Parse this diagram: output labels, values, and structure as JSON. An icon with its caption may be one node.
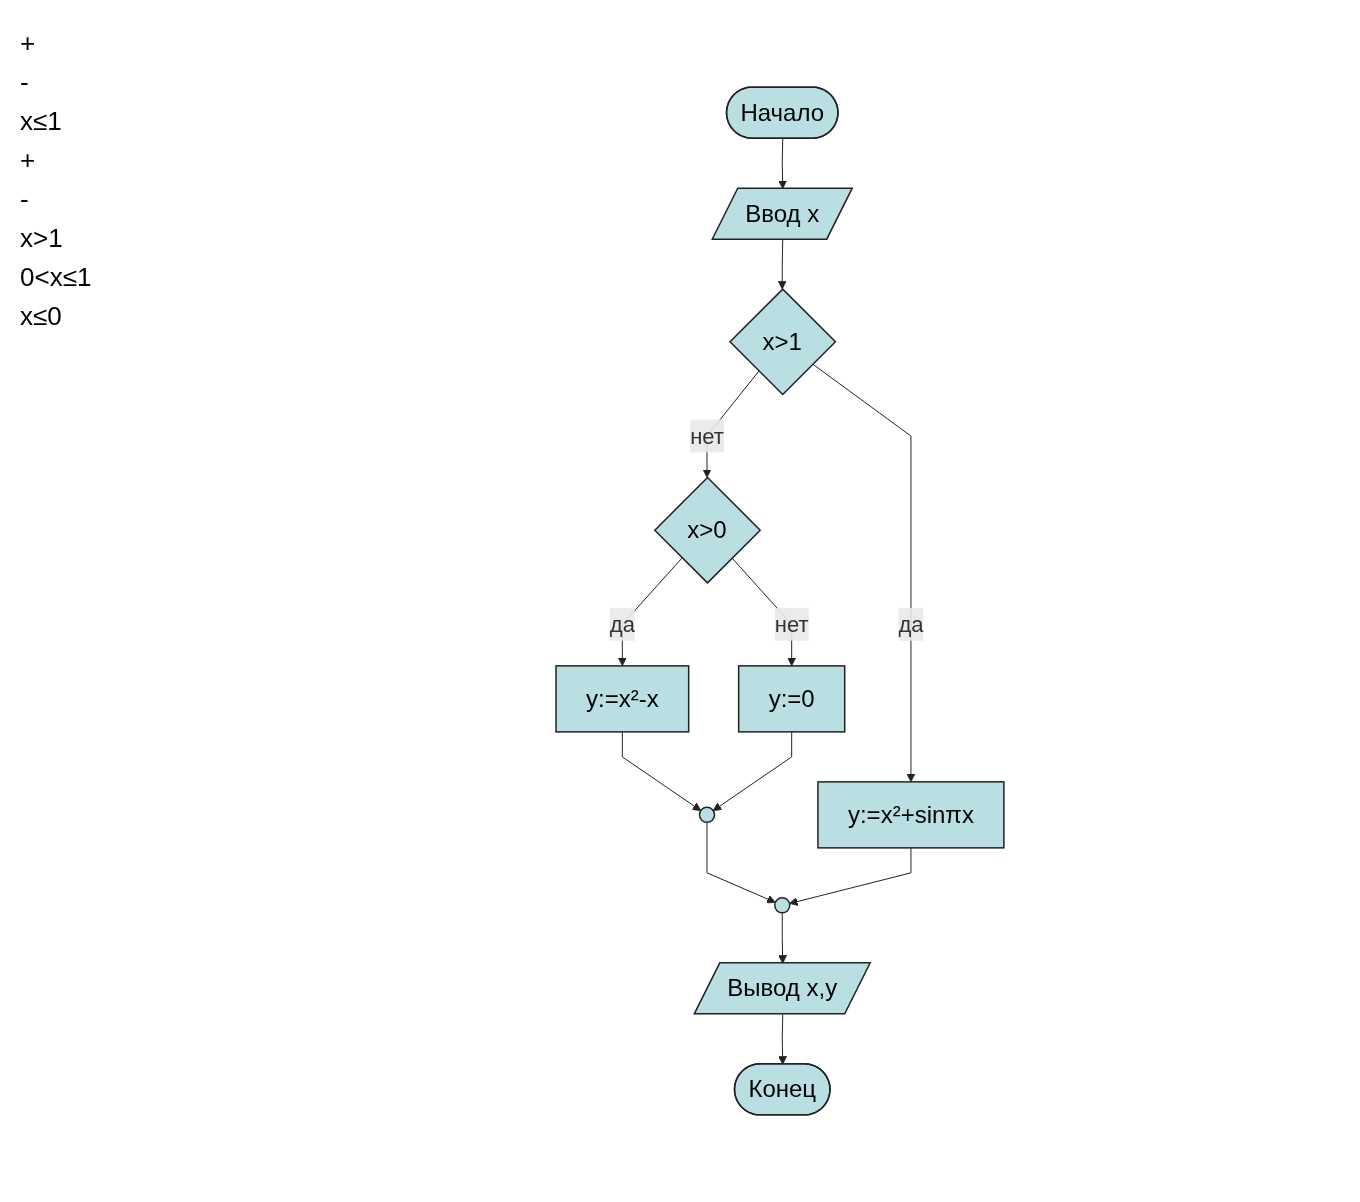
{
  "diagram": {
    "nodes": [
      {
        "text": [
          "Начало"
        ]
      },
      {
        "text": [
          "Ввод x"
        ]
      },
      {
        "text": [
          "x>1"
        ]
      },
      {
        "text": [
          "x>0"
        ]
      },
      {
        "text": [
          "y:=x²+sinπx"
        ]
      },
      {
        "text": [
          "y:=x²-x"
        ]
      },
      {
        "text": [
          "y:=0"
        ]
      },
      {
        "text": [],
        "shape": "circle"
      },
      {
        "text": [],
        "shape": "circle"
      },
      {
        "text": [
          "Вывод x,y"
        ]
      },
      {
        "text": [
          "Конец"
        ]
      }
    ],
    "edges": [
      {
        "from": 0,
        "to": 1,
        "arrow": "to"
      },
      {
        "from": 1,
        "to": 2,
        "arrow": "to"
      },
      {
        "from": 2,
        "to": 4,
        "arrow": "to",
        "label": "да"
      },
      {
        "from": 2,
        "to": 3,
        "arrow": "to",
        "label": "нет"
      },
      {
        "from": 3,
        "to": 5,
        "arrow": "to",
        "label": "да"
      },
      {
        "from": 3,
        "to": 6,
        "arrow": "to",
        "label": "нет"
      },
      {
        "from": 5,
        "to": 7,
        "arrow": "to"
      },
      {
        "from": 6,
        "to": 7,
        "arrow": "to"
      },
      {
        "from": 7,
        "to": 8,
        "arrow": "to"
      },
      {
        "from": 4,
        "to": 8,
        "arrow": "to"
      },
      {
        "from": 8,
        "to": 9,
        "arrow": "to"
      },
      {
        "from": 9,
        "to": 10,
        "arrow": "to"
      }
    ],
    "labels": [
      "+",
      "-",
      "x≤1",
      "+",
      "-",
      "x>1",
      "0<x≤1",
      "x≤0"
    ]
  }
}
